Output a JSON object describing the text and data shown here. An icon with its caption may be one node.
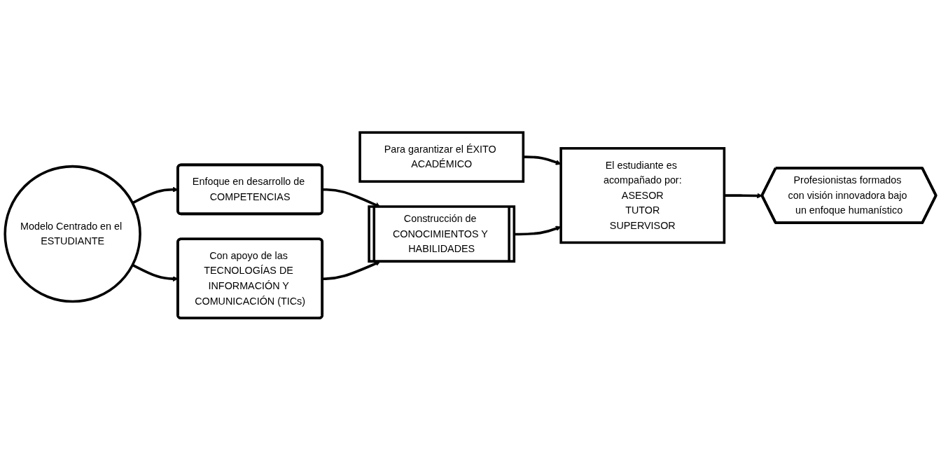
{
  "diagram": {
    "nodes": [
      {
        "text": [
          "Modelo Centrado en el ESTUDIANTE"
        ]
      },
      {
        "text": [
          "Enfoque en desarrollo de COMPETENCIAS"
        ]
      },
      {
        "text": [
          "Con apoyo de las TECNOLOGÍAS DE INFORMACIÓN Y COMUNICACIÓN (TICs)"
        ]
      },
      {
        "text": [
          "Construcción de CONOCIMIENTOS Y HABILIDADES"
        ]
      },
      {
        "text": [
          "Para garantizar el ÉXITO ACADÉMICO"
        ]
      },
      {
        "text": [
          "El estudiante es acompañado por:",
          "ASESOR",
          "TUTOR",
          "SUPERVISOR"
        ]
      },
      {
        "text": [
          "Profesionistas formados con visión innovadora bajo un enfoque humanístico"
        ]
      }
    ],
    "edges": [
      {
        "from": 0,
        "to": 1,
        "arrow": "to"
      },
      {
        "from": 0,
        "to": 2,
        "arrow": "to"
      },
      {
        "from": 1,
        "to": 3,
        "arrow": "to"
      },
      {
        "from": 2,
        "to": 3,
        "arrow": "to"
      },
      {
        "from": 4,
        "to": 5,
        "arrow": "to"
      },
      {
        "from": 3,
        "to": 5,
        "arrow": "to"
      },
      {
        "from": 5,
        "to": 6,
        "arrow": "to"
      }
    ]
  }
}
